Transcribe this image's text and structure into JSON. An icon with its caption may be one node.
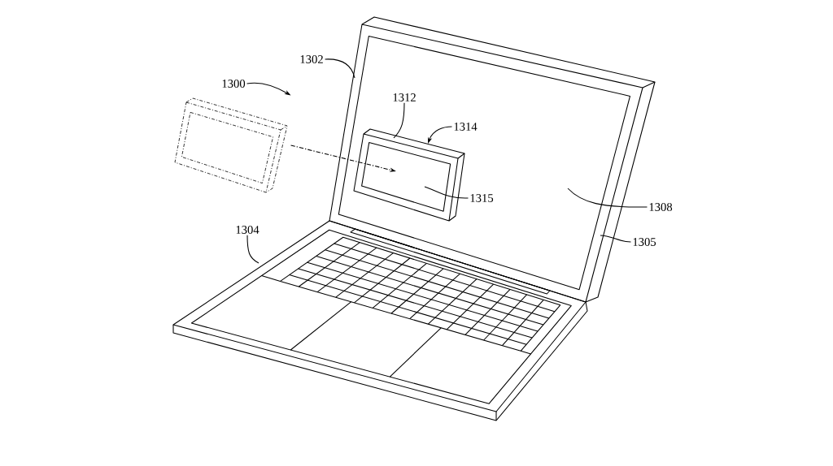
{
  "diagram": {
    "nodes": [
      {
        "text": [
          "1302"
        ]
      },
      {
        "text": [
          "1300"
        ]
      },
      {
        "text": [
          "1312"
        ]
      },
      {
        "text": [
          "1314"
        ]
      },
      {
        "text": [],
        "shape": "box"
      },
      {
        "text": [
          "1315"
        ]
      },
      {
        "text": [
          "1308"
        ]
      },
      {
        "text": [
          "1304"
        ]
      },
      {
        "text": [
          "1305"
        ]
      }
    ],
    "edges": [
      {
        "from": 0,
        "to": null,
        "arrow": "none"
      },
      {
        "from": 1,
        "to": 4,
        "arrow": "to"
      },
      {
        "from": 2,
        "to": null,
        "arrow": "none"
      },
      {
        "from": 3,
        "to": null,
        "arrow": "to"
      },
      {
        "from": 4,
        "to": null,
        "arrow": "to",
        "style": "dashed"
      },
      {
        "from": 5,
        "to": null,
        "arrow": "none"
      },
      {
        "from": 6,
        "to": null,
        "arrow": "none"
      },
      {
        "from": 7,
        "to": null,
        "arrow": "none"
      },
      {
        "from": 8,
        "to": null,
        "arrow": "none"
      }
    ]
  }
}
